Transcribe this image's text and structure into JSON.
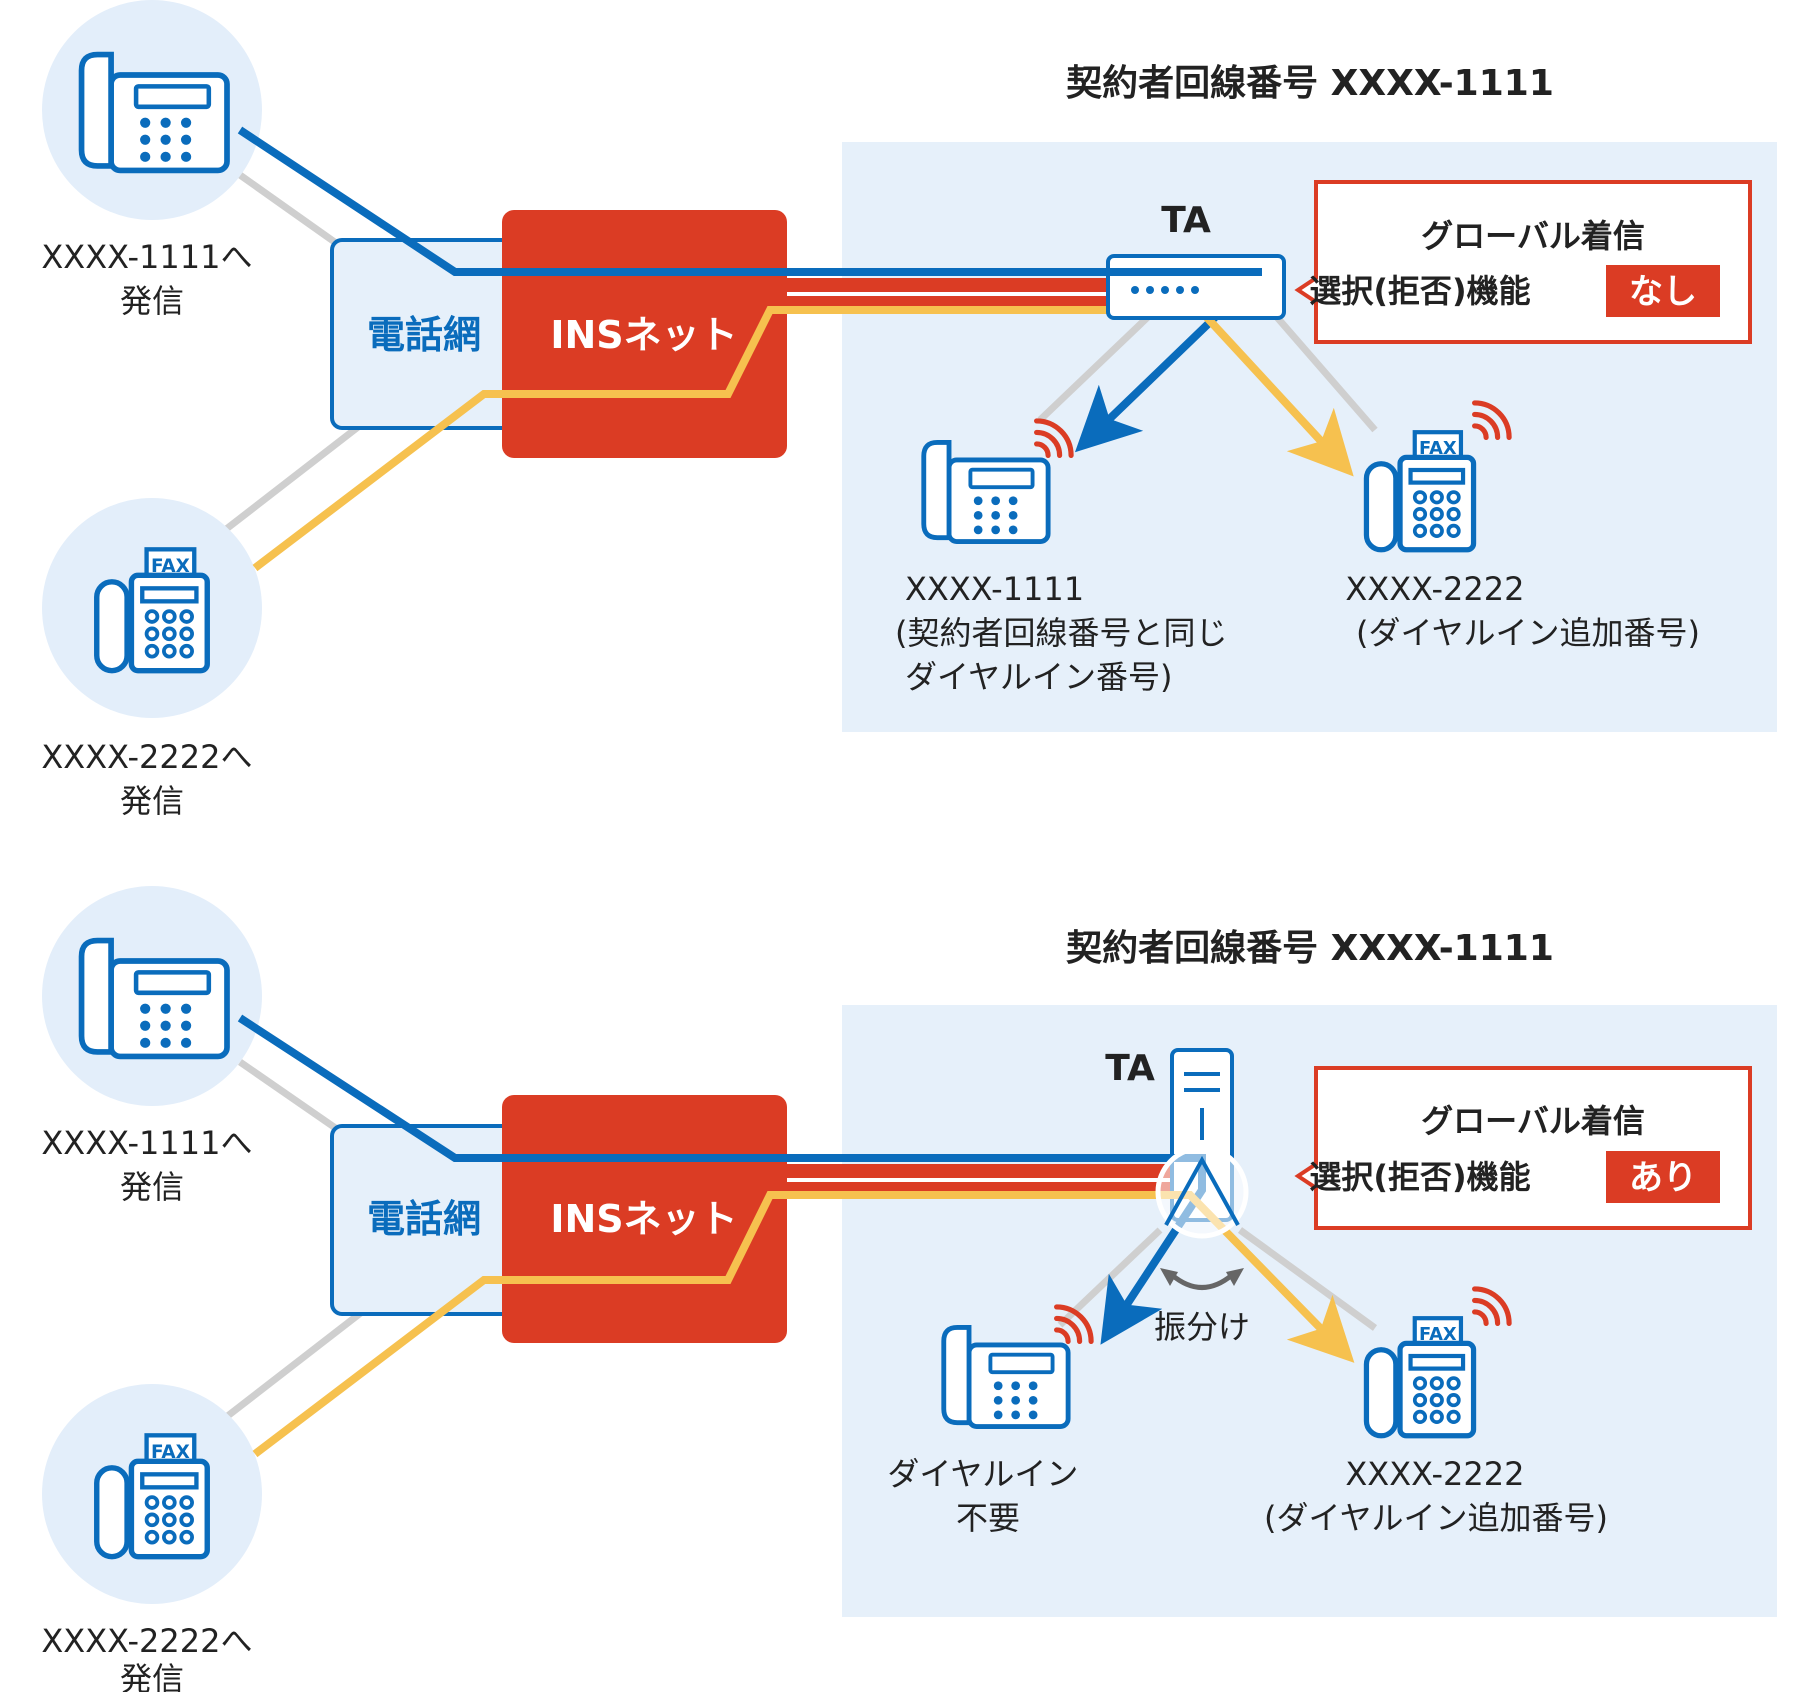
{
  "colors": {
    "blue": "#0a6cbc",
    "red": "#db3c24",
    "yellow": "#f6c14f",
    "gray": "#cfcfcf",
    "panel_bg": "#e6f0fa",
    "circle_bg": "#e3eefa"
  },
  "icons": [
    "phone-icon",
    "fax-icon",
    "ring-icon",
    "ta-device-icon",
    "switch-icon"
  ],
  "diagrams": [
    {
      "title": "契約者回線番号 XXXX-1111",
      "network_label": "電話網",
      "ins_label": "INSネット",
      "ta_label": "TA",
      "caller_phone_label": [
        "XXXX-1111へ",
        "発信"
      ],
      "caller_fax_label": [
        "XXXX-2222へ",
        "発信"
      ],
      "callout": {
        "line1": "グローバル着信",
        "line2": "選択(拒否)機能",
        "badge": "なし"
      },
      "phone_label": [
        "XXXX-1111",
        "(契約者回線番号と同じ",
        "ダイヤルイン番号)"
      ],
      "fax_label": [
        "XXXX-2222",
        "(ダイヤルイン追加番号)"
      ]
    },
    {
      "title": "契約者回線番号 XXXX-1111",
      "network_label": "電話網",
      "ins_label": "INSネット",
      "ta_label": "TA",
      "caller_phone_label": [
        "XXXX-1111へ",
        "発信"
      ],
      "caller_fax_label": [
        "XXXX-2222へ",
        "発信"
      ],
      "callout": {
        "line1": "グローバル着信",
        "line2": "選択(拒否)機能",
        "badge": "あり"
      },
      "switch_label": "振分け",
      "phone_label": [
        "ダイヤルイン",
        "不要"
      ],
      "fax_label": [
        "XXXX-2222",
        "(ダイヤルイン追加番号)"
      ]
    }
  ]
}
